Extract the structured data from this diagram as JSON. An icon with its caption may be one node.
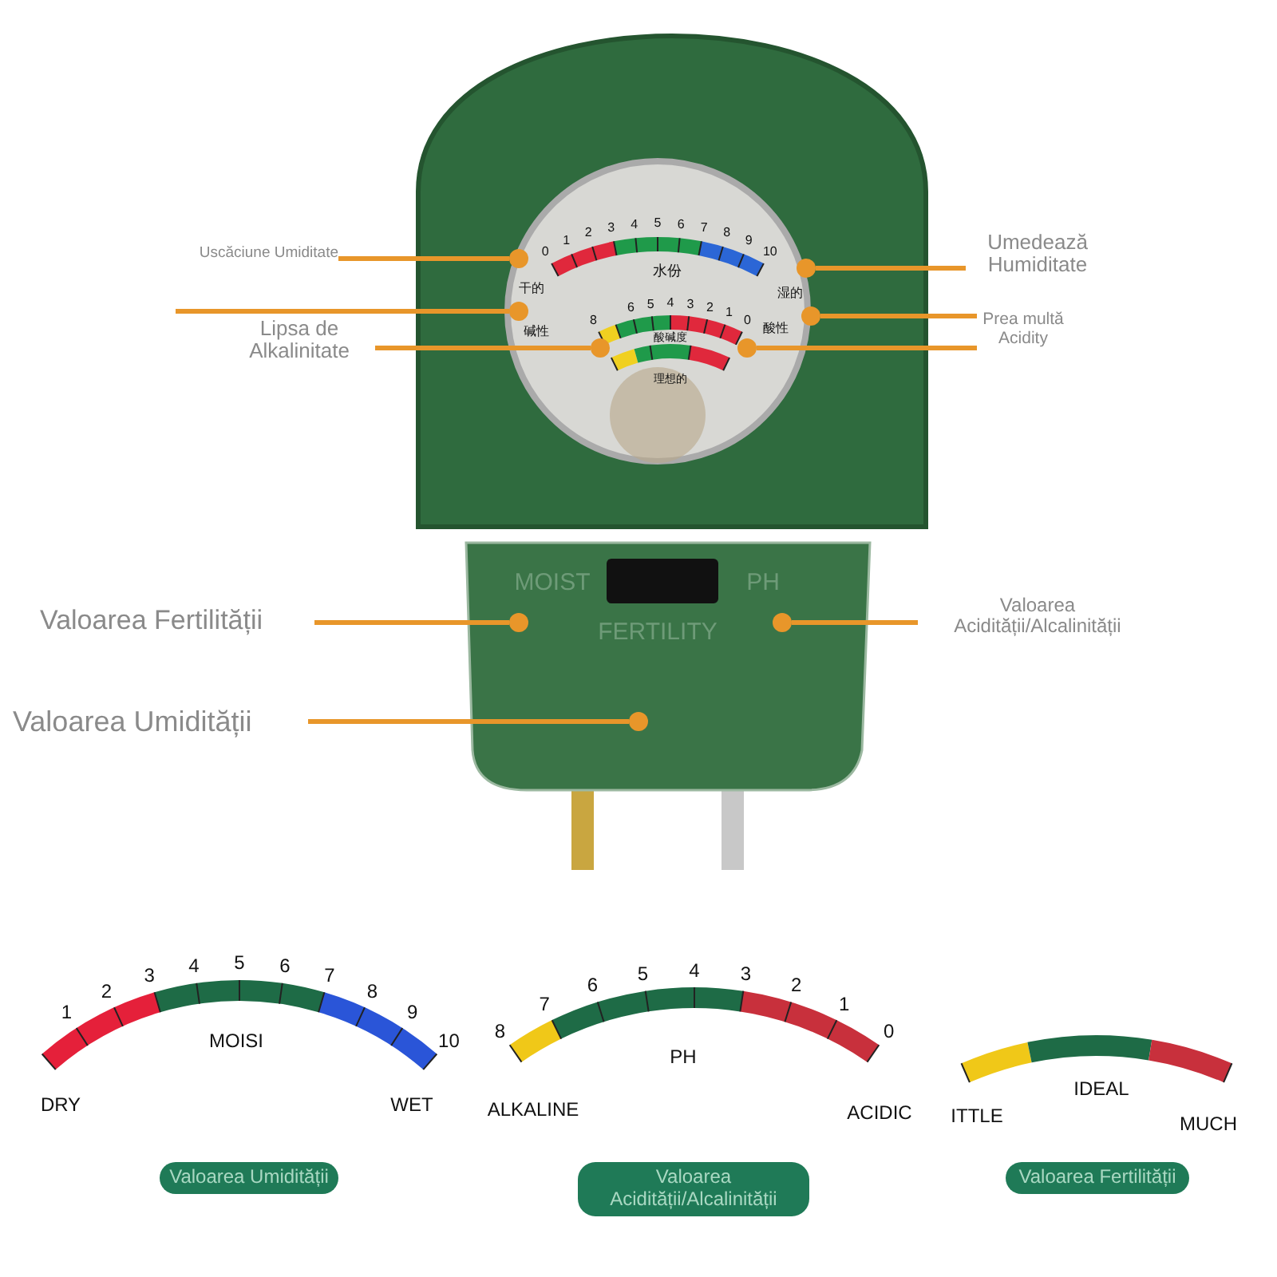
{
  "diagram": {
    "nodes": [
      {
        "text": [
          "Uscăciune Umiditate"
        ]
      },
      {
        "text": [],
        "shape": "circle"
      },
      {
        "text": [],
        "shape": "circle"
      },
      {
        "text": [
          "Umedează Humiditate"
        ]
      },
      {
        "text": [],
        "shape": "circle"
      },
      {
        "text": [],
        "shape": "circle"
      },
      {
        "text": [
          "Lipsa de Alkalinitate"
        ]
      },
      {
        "text": [],
        "shape": "circle"
      },
      {
        "text": [],
        "shape": "circle"
      },
      {
        "text": [
          "Prea multă Acidity"
        ]
      },
      {
        "text": [
          "Valoarea Fertilității"
        ]
      },
      {
        "text": [],
        "shape": "circle"
      },
      {
        "text": [],
        "shape": "circle"
      },
      {
        "text": [
          "Valoarea Acidității/Alcalinității"
        ]
      },
      {
        "text": [
          "Valoarea Umidității"
        ]
      },
      {
        "text": [],
        "shape": "circle"
      },
      {
        "text": [
          "Valoarea Umidității"
        ]
      },
      {
        "text": [
          "Valoarea Acidității/Alcalinității"
        ]
      },
      {
        "text": [
          "Valoarea Fertilității"
        ]
      }
    ],
    "edges": [
      {
        "from": 0,
        "to": 1,
        "arrow": "none"
      },
      {
        "from": 3,
        "to": 2,
        "arrow": "none"
      },
      {
        "from": null,
        "to": 4,
        "arrow": "none"
      },
      {
        "from": 6,
        "to": 7,
        "arrow": "none"
      },
      {
        "from": 9,
        "to": 5,
        "arrow": "none"
      },
      {
        "from": 9,
        "to": 8,
        "arrow": "none"
      },
      {
        "from": 10,
        "to": 11,
        "arrow": "none"
      },
      {
        "from": 13,
        "to": 12,
        "arrow": "none"
      },
      {
        "from": 14,
        "to": 15,
        "arrow": "none"
      }
    ],
    "labels": [
      "0",
      "1",
      "2",
      "3",
      "4",
      "5",
      "6",
      "7",
      "8",
      "9",
      "10",
      "水份",
      "干的",
      "湿的",
      "8",
      "6",
      "5",
      "4",
      "3",
      "2",
      "1",
      "0",
      "酸碱度",
      "碱性",
      "酸性",
      "理想的",
      "MOIST",
      "PH",
      "FERTILITY",
      "1",
      "2",
      "3",
      "4",
      "5",
      "6",
      "7",
      "8",
      "9",
      "MOISI",
      "10",
      "DRY",
      "WET",
      "8",
      "7",
      "6",
      "5",
      "4",
      "3",
      "2",
      "1",
      "0",
      "PH",
      "ALKALINE",
      "ACIDIC",
      "ITTLE",
      "IDEAL",
      "MUCH"
    ]
  }
}
